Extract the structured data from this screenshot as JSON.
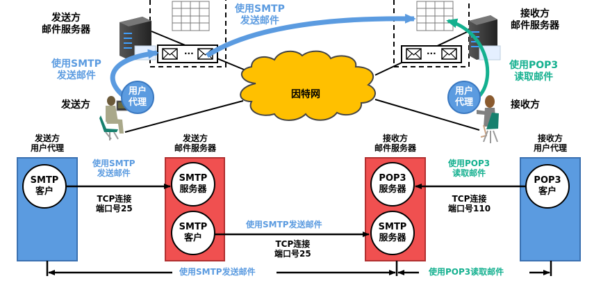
{
  "colors": {
    "smtp_blue": "#5b9be0",
    "pop3_green": "#14b08f",
    "cloud": "#ffc000",
    "agent_box": "#5b9be0",
    "server_box": "#f05050",
    "agent_bubble": "#5b9be0"
  },
  "top": {
    "sender_server_label": [
      "发送方",
      "邮件服务器"
    ],
    "receiver_server_label": [
      "接收方",
      "邮件服务器"
    ],
    "sender_label": "发送方",
    "receiver_label": "接收方",
    "internet_label": "因特网",
    "smtp_send_top": [
      "使用SMTP",
      "发送邮件"
    ],
    "smtp_send_left": [
      "使用SMTP",
      "发送邮件"
    ],
    "pop3_read_right": [
      "使用POP3",
      "读取邮件"
    ],
    "user_agent_bubble": [
      "用户",
      "代理"
    ],
    "icons": [
      "server-icon",
      "mailbox-grid-icon",
      "envelope-icon",
      "person-at-computer-icon",
      "cloud-icon"
    ]
  },
  "bottom": {
    "sender_agent": {
      "title": [
        "发送方",
        "用户代理"
      ],
      "circle": [
        "SMTP",
        "客户"
      ]
    },
    "sender_server": {
      "title": [
        "发送方",
        "邮件服务器"
      ],
      "circle_top": [
        "SMTP",
        "服务器"
      ],
      "circle_bottom": [
        "SMTP",
        "客户"
      ]
    },
    "receiver_server": {
      "title": [
        "接收方",
        "邮件服务器"
      ],
      "circle_top": [
        "POP3",
        "服务器"
      ],
      "circle_bottom": [
        "SMTP",
        "服务器"
      ]
    },
    "receiver_agent": {
      "title": [
        "接收方",
        "用户代理"
      ],
      "circle": [
        "POP3",
        "客户"
      ]
    },
    "link1": {
      "above": [
        "使用SMTP",
        "发送邮件"
      ],
      "below": [
        "TCP连接",
        "端口号25"
      ]
    },
    "link2": {
      "above": "使用SMTP发送邮件",
      "below": [
        "TCP连接",
        "端口号25"
      ]
    },
    "link3": {
      "above": [
        "使用POP3",
        "读取邮件"
      ],
      "below": [
        "TCP连接",
        "端口号110"
      ]
    },
    "span_smtp": "使用SMTP发送邮件",
    "span_pop3": "使用POP3读取邮件"
  }
}
